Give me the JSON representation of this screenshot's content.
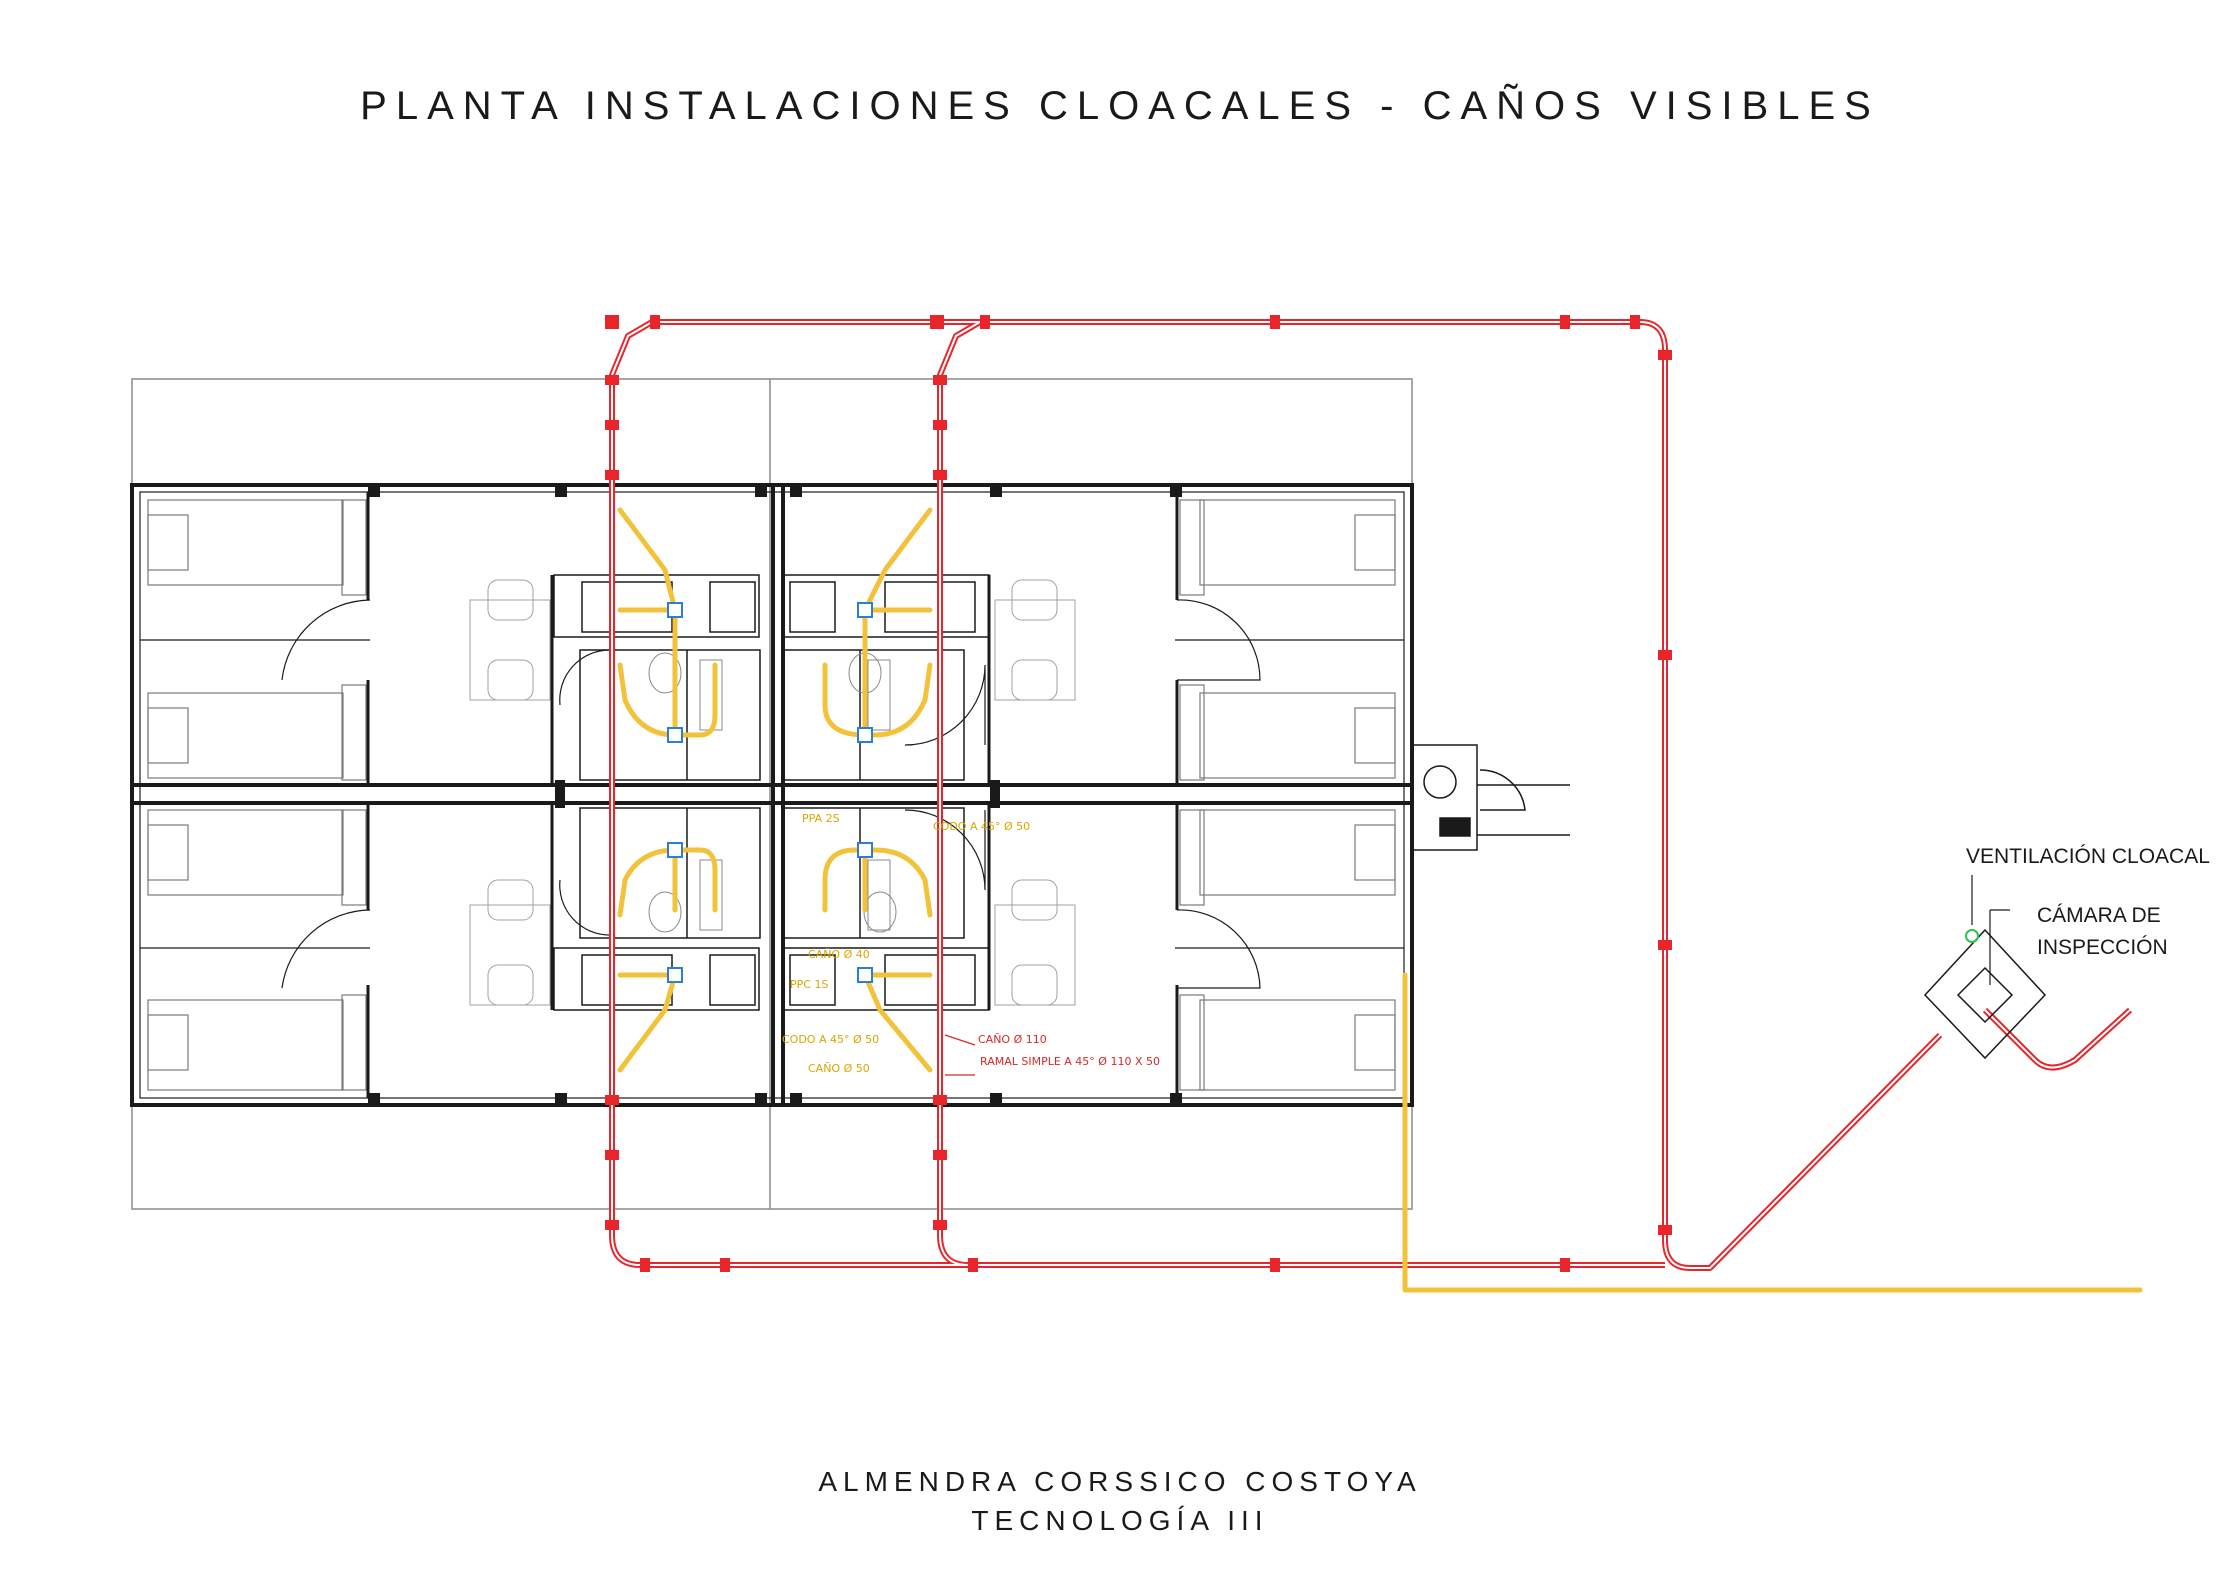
{
  "title": "PLANTA INSTALACIONES CLOACALES - CAÑOS VISIBLES",
  "footer": {
    "author": "ALMENDRA CORSSICO COSTOYA",
    "course": "TECNOLOGÍA III"
  },
  "labels": {
    "ventilation": "VENTILACIÓN CLOACAL",
    "chamber_line1": "CÁMARA DE",
    "chamber_line2": "INSPECCIÓN",
    "ppa": "PPA 2S",
    "codo_top": "CODO A 45° Ø 50",
    "cano40": "CAÑO Ø 40",
    "ppc": "PPC 1S",
    "codo_bottom": "CODO A 45° Ø 50",
    "cano50": "CAÑO Ø 50",
    "cano110": "CAÑO Ø 110",
    "ramal": "RAMAL SIMPLE A 45° Ø 110 X 50"
  },
  "colors": {
    "main_pipe": "#e8252a",
    "branch_pipe": "#f2c23a",
    "walls": "#1a1a1a",
    "fixtures": "#9a9a9a",
    "vent": "#2fc44a",
    "box": "#2a7fd4"
  }
}
